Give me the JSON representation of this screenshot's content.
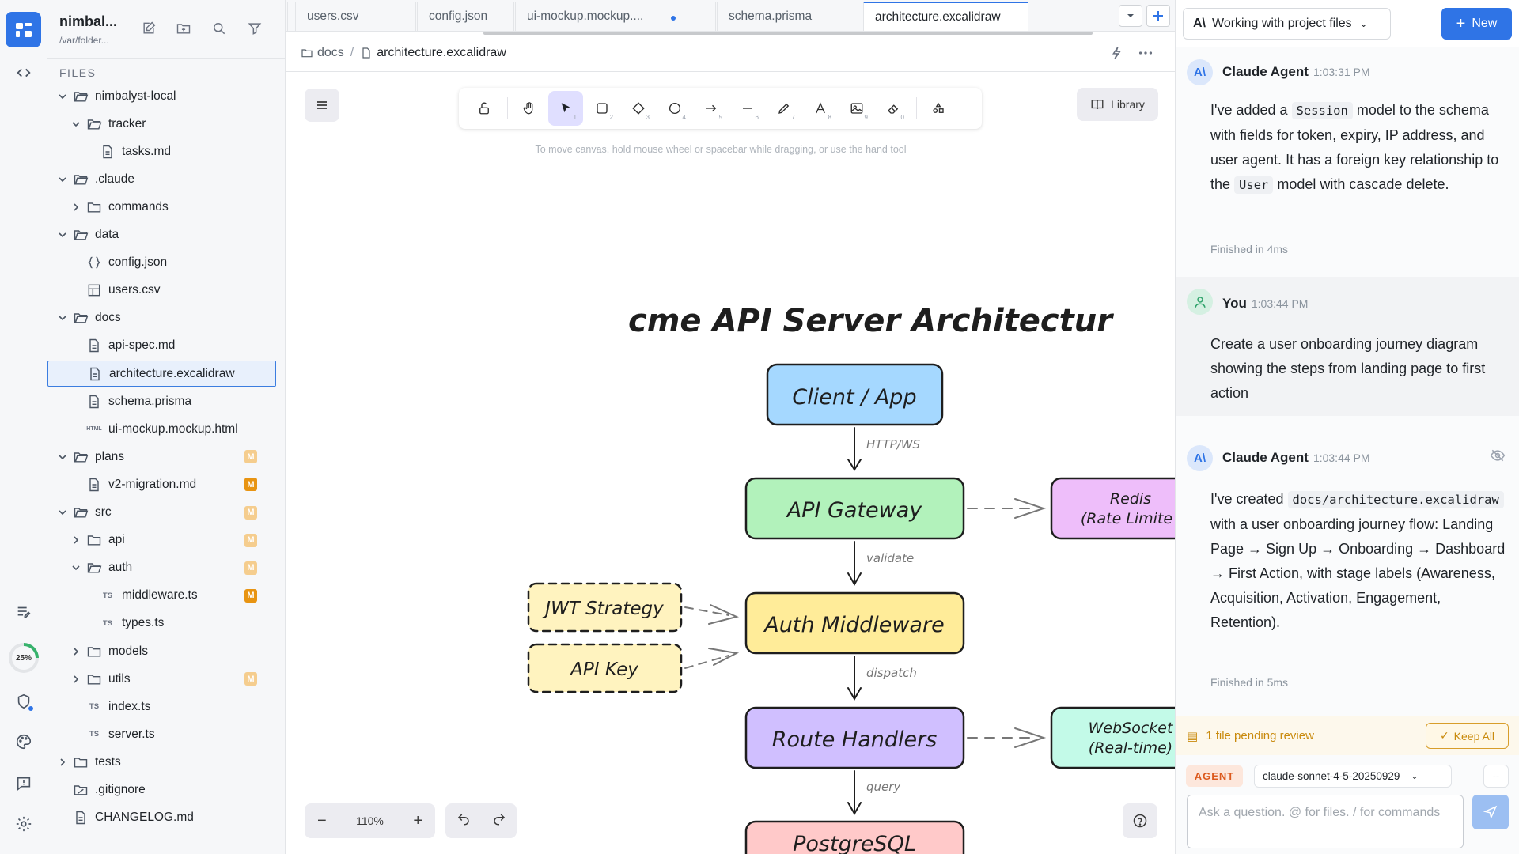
{
  "activity": {
    "progress_label": "25%",
    "progress_value": 0.25
  },
  "sidebar": {
    "title": "nimbal...",
    "path": "/var/folder...",
    "files_label": "FILES",
    "tree": [
      {
        "label": "nimbalyst-local",
        "type": "folder",
        "open": true,
        "depth": 0
      },
      {
        "label": "tracker",
        "type": "folder",
        "open": true,
        "depth": 1
      },
      {
        "label": "tasks.md",
        "type": "file",
        "depth": 2
      },
      {
        "label": ".claude",
        "type": "folder",
        "open": true,
        "depth": 0
      },
      {
        "label": "commands",
        "type": "folder",
        "open": false,
        "depth": 1
      },
      {
        "label": "data",
        "type": "folder",
        "open": true,
        "depth": 0
      },
      {
        "label": "config.json",
        "type": "json",
        "depth": 1
      },
      {
        "label": "users.csv",
        "type": "table",
        "depth": 1
      },
      {
        "label": "docs",
        "type": "folder",
        "open": true,
        "depth": 0
      },
      {
        "label": "api-spec.md",
        "type": "file",
        "depth": 1
      },
      {
        "label": "architecture.excalidraw",
        "type": "file",
        "depth": 1,
        "selected": true
      },
      {
        "label": "schema.prisma",
        "type": "file",
        "depth": 1
      },
      {
        "label": "ui-mockup.mockup.html",
        "type": "html",
        "depth": 1
      },
      {
        "label": "plans",
        "type": "folder",
        "open": true,
        "depth": 0,
        "badge": "M",
        "badge_faded": true
      },
      {
        "label": "v2-migration.md",
        "type": "file",
        "depth": 1,
        "badge": "M"
      },
      {
        "label": "src",
        "type": "folder",
        "open": true,
        "depth": 0,
        "badge": "M",
        "badge_faded": true
      },
      {
        "label": "api",
        "type": "folder",
        "open": false,
        "depth": 1,
        "badge": "M",
        "badge_faded": true
      },
      {
        "label": "auth",
        "type": "folder",
        "open": true,
        "depth": 1,
        "badge": "M",
        "badge_faded": true
      },
      {
        "label": "middleware.ts",
        "type": "ts",
        "depth": 2,
        "badge": "M"
      },
      {
        "label": "types.ts",
        "type": "ts",
        "depth": 2
      },
      {
        "label": "models",
        "type": "folder",
        "open": false,
        "depth": 1
      },
      {
        "label": "utils",
        "type": "folder",
        "open": false,
        "depth": 1,
        "badge": "M",
        "badge_faded": true
      },
      {
        "label": "index.ts",
        "type": "ts",
        "depth": 1
      },
      {
        "label": "server.ts",
        "type": "ts",
        "depth": 1
      },
      {
        "label": "tests",
        "type": "folder",
        "open": false,
        "depth": 0
      },
      {
        "label": ".gitignore",
        "type": "gitignore",
        "depth": 0
      },
      {
        "label": "CHANGELOG.md",
        "type": "file",
        "depth": 0
      }
    ]
  },
  "tabs": [
    {
      "label": "users.csv"
    },
    {
      "label": "config.json"
    },
    {
      "label": "ui-mockup.mockup....",
      "unsaved": true
    },
    {
      "label": "schema.prisma"
    },
    {
      "label": "architecture.excalidraw",
      "active": true
    }
  ],
  "breadcrumb": {
    "folder": "docs",
    "file": "architecture.excalidraw"
  },
  "canvas": {
    "library_label": "Library",
    "hint": "To move canvas, hold mouse wheel or spacebar while dragging, or use the hand tool",
    "zoom": "110%",
    "tool_keys": [
      "1",
      "2",
      "3",
      "4",
      "5",
      "6",
      "7",
      "8",
      "9",
      "0"
    ],
    "diagram": {
      "title": "cme API Server Architectur",
      "nodes": {
        "client": "Client / App",
        "gateway": "API Gateway",
        "auth": "Auth Middleware",
        "routes": "Route Handlers",
        "postgres": "PostgreSQL",
        "jwt": "JWT Strategy",
        "apikey": "API Key",
        "redis_1": "Redis",
        "redis_2": "(Rate Limite",
        "ws_1": "WebSocket",
        "ws_2": "(Real-time)"
      },
      "edges": {
        "http": "HTTP/WS",
        "validate": "validate",
        "dispatch": "dispatch",
        "query": "query"
      }
    }
  },
  "right": {
    "project_label": "Working with project files",
    "new_label": "New",
    "msg1": {
      "who": "Claude Agent",
      "time": "1:03:31 PM",
      "t1": "I've added a ",
      "c1": "Session",
      "t2": " model to the schema with fields for token, expiry, IP address, and user agent. It has a foreign key relationship to the ",
      "c2": "User",
      "t3": " model with cascade delete.",
      "foot": "Finished in 4ms"
    },
    "msg2": {
      "who": "You",
      "time": "1:03:44 PM",
      "text": "Create a user onboarding journey diagram showing the steps from landing page to first action"
    },
    "msg3": {
      "who": "Claude Agent",
      "time": "1:03:44 PM",
      "t1": "I've created ",
      "c1": "docs/architecture.excalidraw",
      "t2": " with a user onboarding journey flow: Landing Page → Sign Up → Onboarding → Dashboard → First Action, with stage labels (Awareness, Acquisition, Activation, Engagement, Retention).",
      "foot": "Finished in 5ms"
    },
    "pending_label": "1 file pending review",
    "keep_label": "Keep All",
    "agent_label": "AGENT",
    "model": "claude-sonnet-4-5-20250929",
    "dash_label": "--",
    "ask_placeholder": "Ask a question. @ for files. / for commands"
  },
  "colors": {
    "accent": "#2f74e6",
    "badge": "#e89412",
    "agent": "#dc5a1e"
  }
}
